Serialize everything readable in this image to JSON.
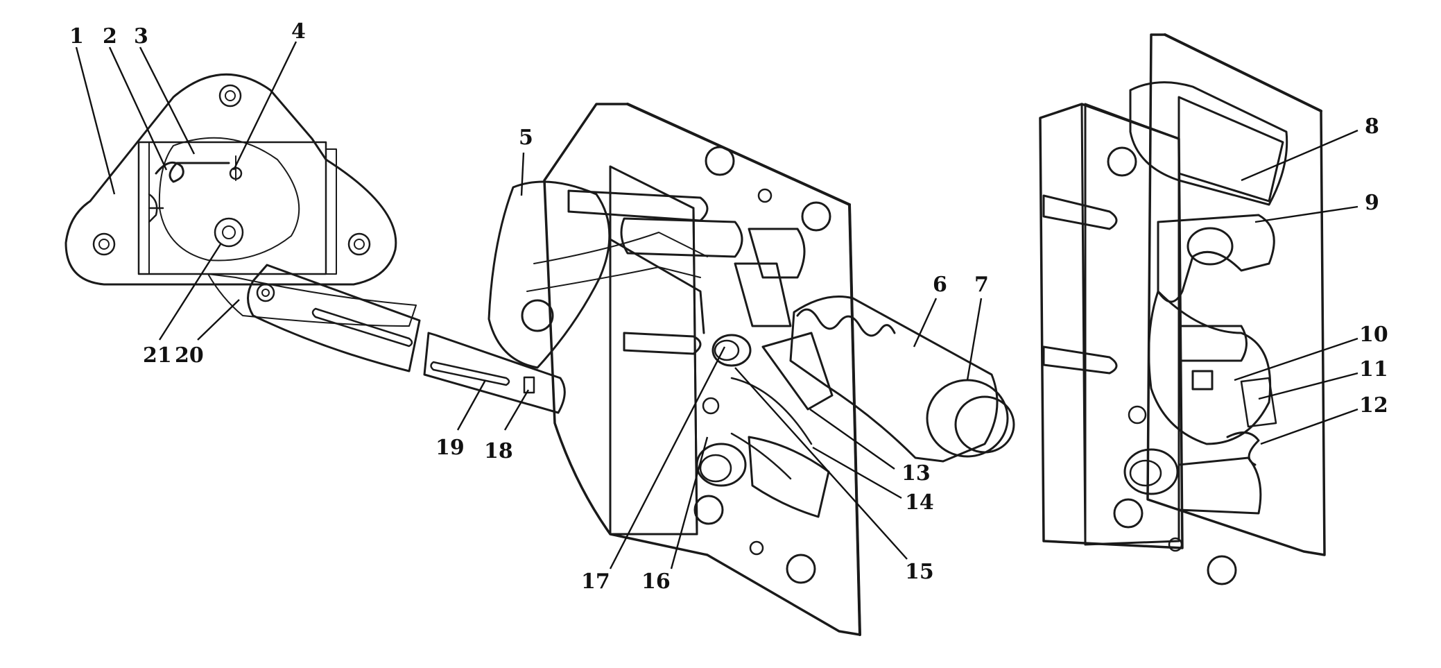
{
  "callouts": {
    "c1": "1",
    "c2": "2",
    "c3": "3",
    "c4": "4",
    "c5": "5",
    "c6": "6",
    "c7": "7",
    "c8": "8",
    "c9": "9",
    "c10": "10",
    "c11": "11",
    "c12": "12",
    "c13": "13",
    "c14": "14",
    "c15": "15",
    "c16": "16",
    "c17": "17",
    "c18": "18",
    "c19": "19",
    "c20": "20",
    "c21": "21"
  },
  "colors": {
    "ink": "#1a1a1a",
    "paper": "#ffffff"
  }
}
